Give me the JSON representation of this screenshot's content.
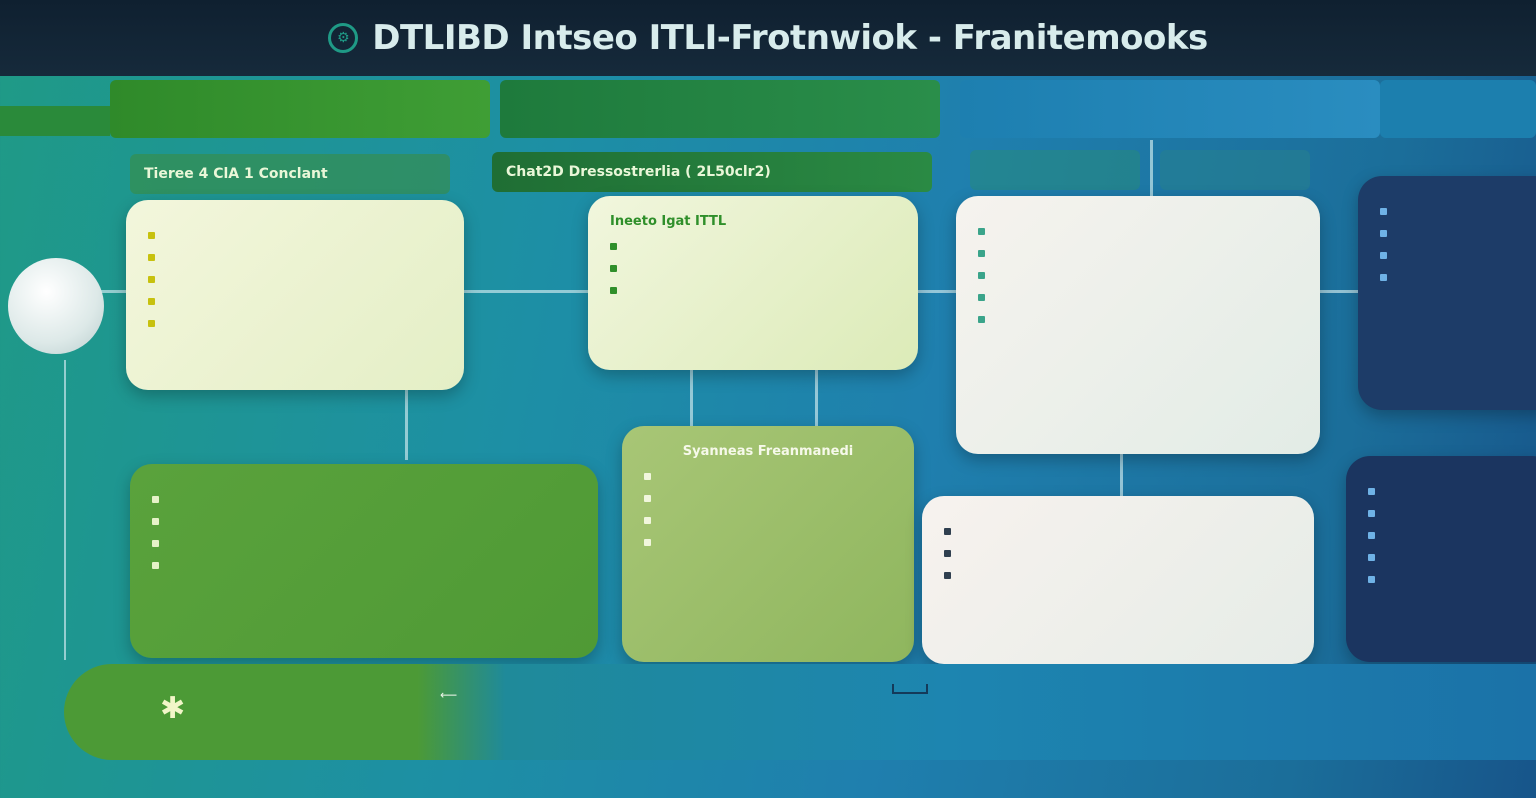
{
  "title": "DTLIBD Intseo ITLI-Frotnwiok - Franitemooks",
  "banners": {
    "left_strip": "",
    "b1": {
      "l1": "",
      "l2": ""
    },
    "b2": {
      "l1": "",
      "l2": ""
    },
    "b3": {
      "l1": "",
      "l2": ""
    },
    "b4": {
      "l1": "",
      "l2": ""
    }
  },
  "tabs": {
    "t1": "Tieree 4   ClA 1 Conclant",
    "t2": "Chat2D Dressostrerlia ( 2L50clr2)",
    "t3": "",
    "t4": ""
  },
  "cards": {
    "green1": {
      "title": "",
      "items": [
        "",
        "",
        "",
        "",
        ""
      ]
    },
    "green2": {
      "title": "Ineeto Igat ITTL",
      "items": [
        "",
        "",
        ""
      ]
    },
    "white1": {
      "title": "",
      "items": [
        "",
        "",
        "",
        "",
        ""
      ]
    },
    "navy1": {
      "title": "",
      "items": [
        "",
        "",
        "",
        ""
      ]
    },
    "olive1": {
      "title": "",
      "items": [
        "",
        "",
        "",
        ""
      ]
    },
    "olive2": {
      "title": "Syanneas Freanmanedi",
      "items": [
        "",
        "",
        "",
        ""
      ]
    },
    "white2": {
      "title": "",
      "items": [
        "",
        "",
        ""
      ]
    },
    "navy2": {
      "title": "",
      "items": [
        "",
        "",
        "",
        "",
        ""
      ]
    }
  },
  "footer": {
    "f1": "",
    "f2": "",
    "f3": "",
    "f4": ""
  },
  "colors": {
    "title_bar": "#162a3b",
    "green": "#4c9a36",
    "teal": "#1f8a9a",
    "navy": "#1b3560"
  }
}
